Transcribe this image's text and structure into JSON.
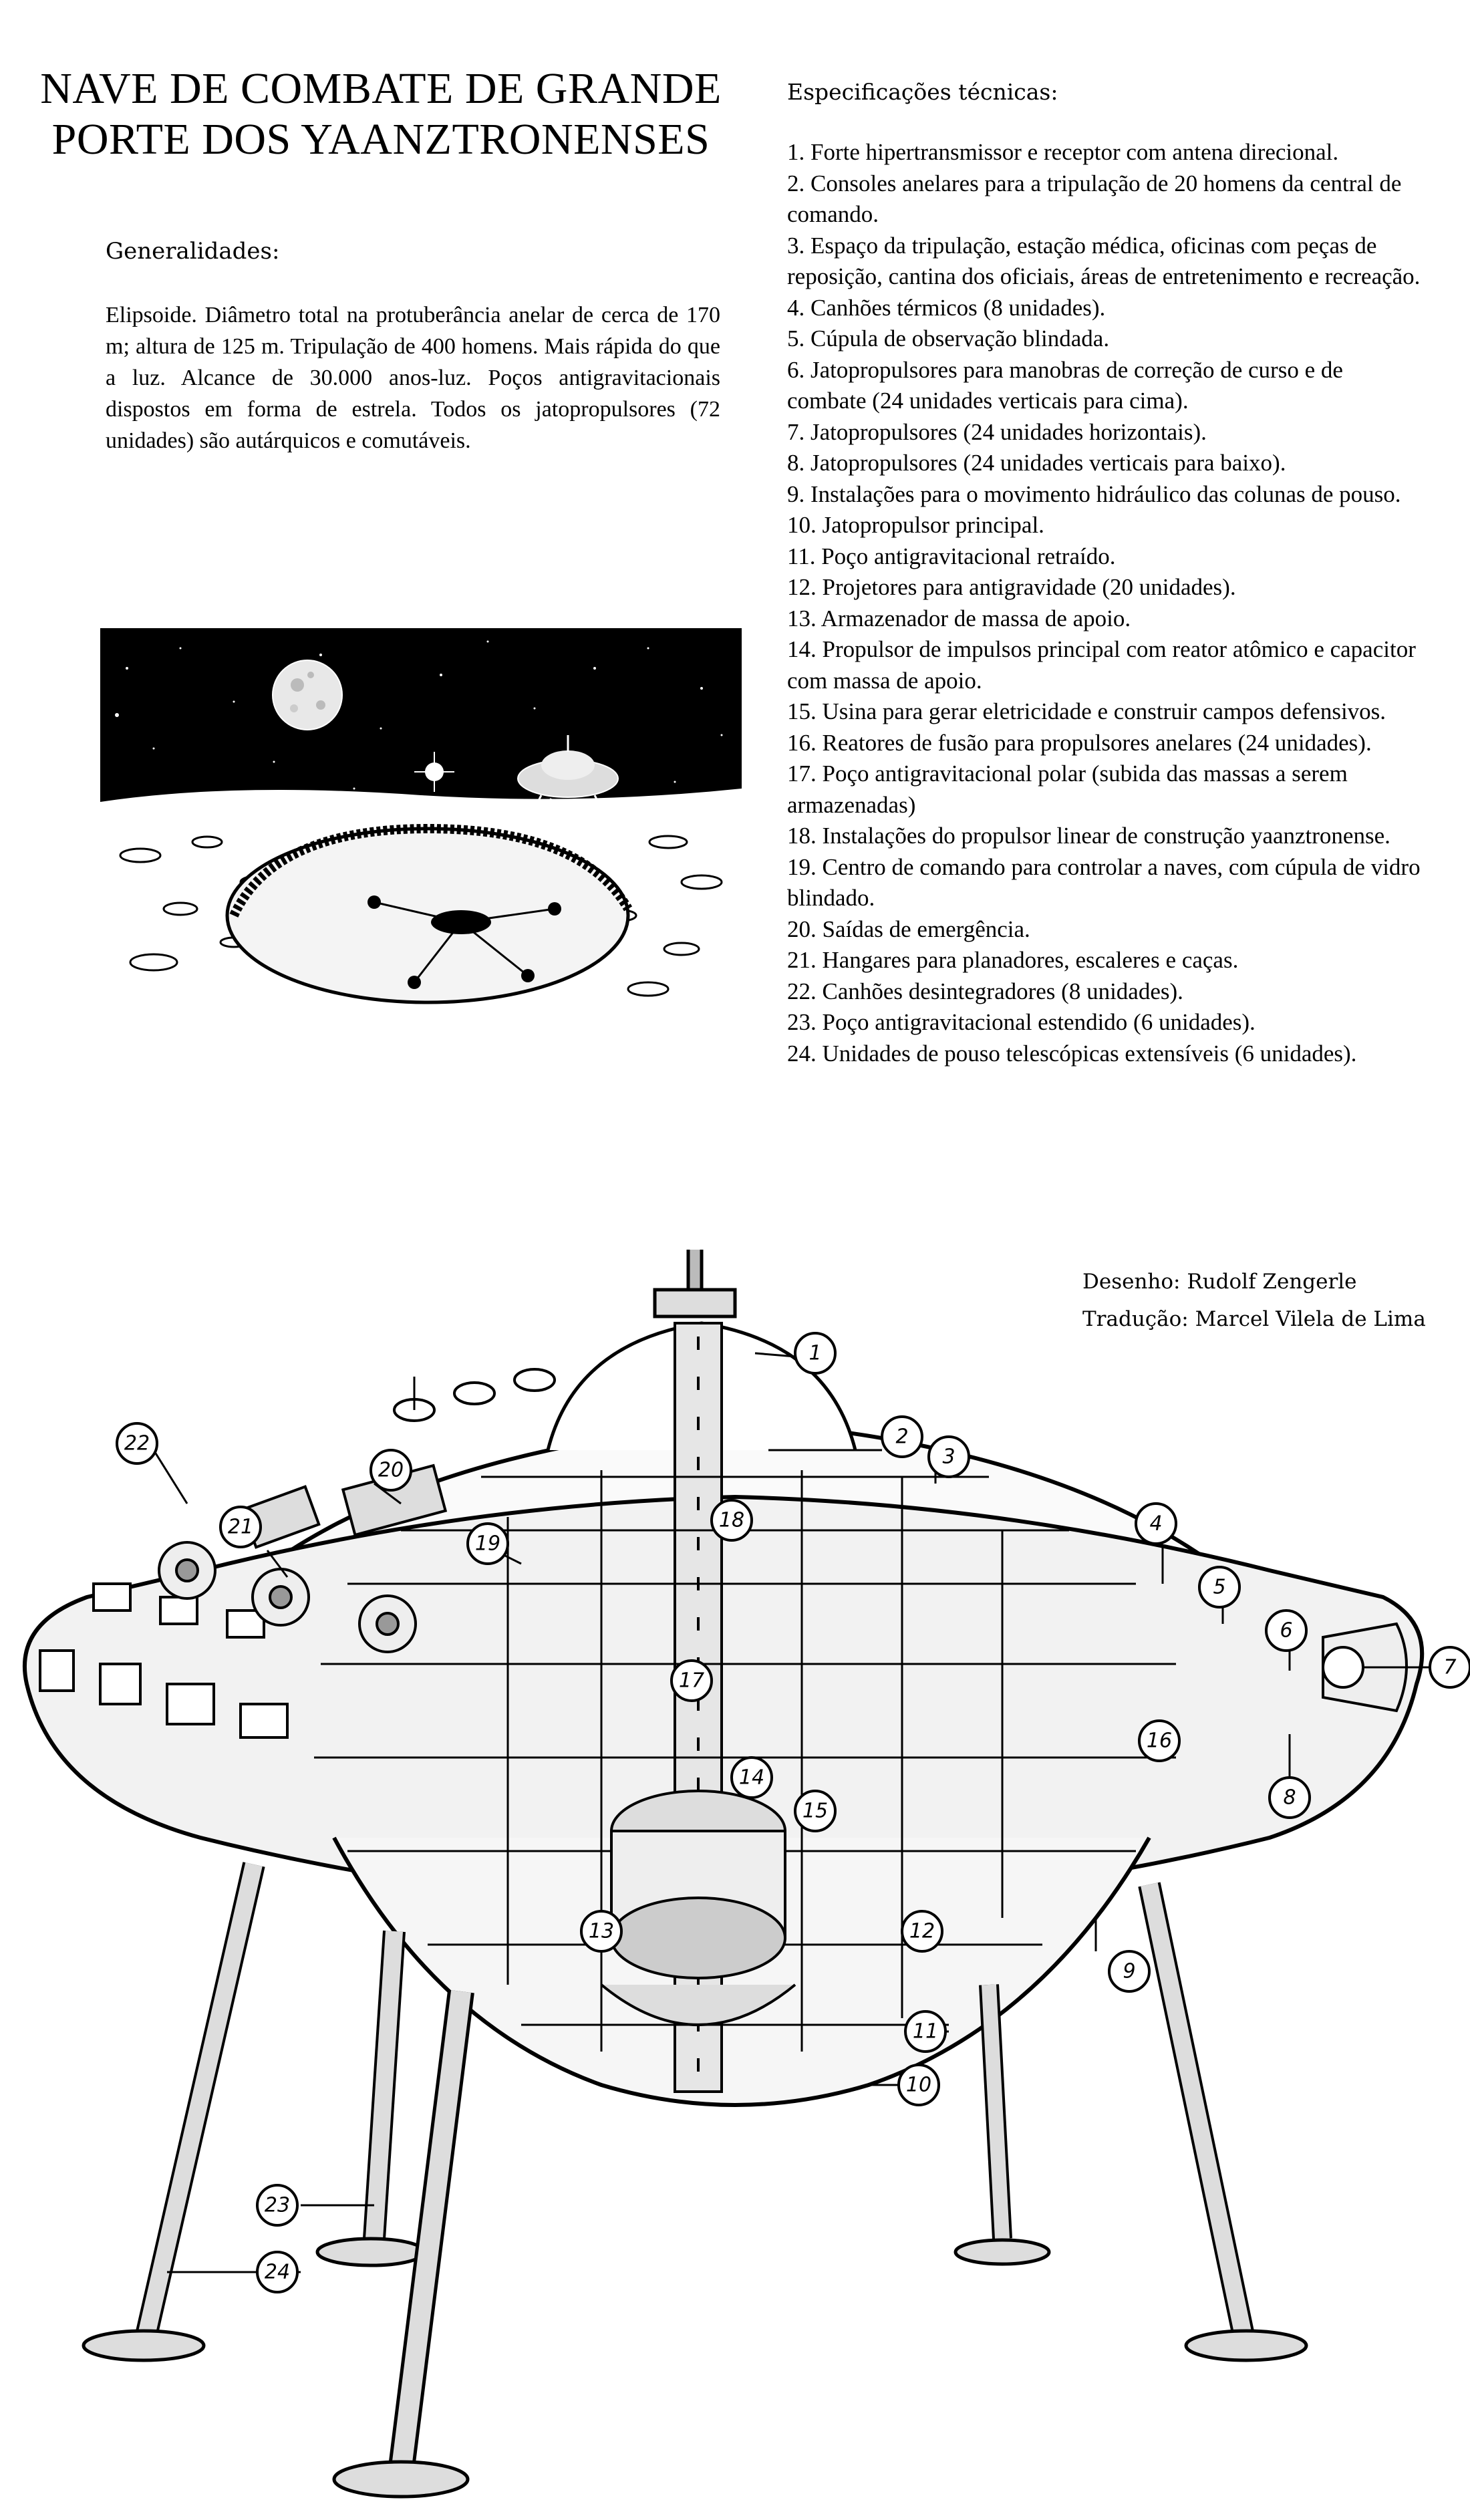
{
  "title": {
    "line1": "NAVE DE COMBATE DE GRANDE",
    "line2": "PORTE DOS YAANZTRONENSES"
  },
  "generalidades": {
    "heading": "Generalidades:",
    "text": "Elipsoide. Diâmetro total na protuberância anelar de cerca de 170 m; altura de 125 m. Tripulação de 400 homens. Mais rápida do que a luz. Alcance de 30.000 anos-luz. Poços antigravitacionais dispostos em forma de estrela. Todos os jatopropulsores (72 unidades) são autárquicos e comutáveis."
  },
  "specs": {
    "heading": "Especificações técnicas:",
    "items": [
      "1. Forte hipertransmissor e receptor com antena direcional.",
      "2. Consoles anelares para a tripulação de 20 homens da central de comando.",
      "3. Espaço da tripulação, estação médica, oficinas com peças de reposição, cantina dos oficiais, áreas de entretenimento e recreação.",
      "4. Canhões térmicos (8 unidades).",
      "5. Cúpula de observação blindada.",
      "6. Jatopropulsores para manobras de correção de curso e de combate (24 unidades verticais para cima).",
      "7. Jatopropulsores (24 unidades horizontais).",
      "8. Jatopropulsores (24 unidades verticais para baixo).",
      "9. Instalações para o movimento hidráulico das colunas de pouso.",
      "10. Jatopropulsor principal.",
      "11. Poço antigravitacional retraído.",
      "12. Projetores para antigravidade (20 unidades).",
      "13. Armazenador de massa de apoio.",
      "14. Propulsor de impulsos principal com reator atômico e capacitor com massa de apoio.",
      "15. Usina para gerar eletricidade e construir campos defensivos.",
      "16. Reatores de fusão para propulsores anelares (24 unidades).",
      "17. Poço antigravitacional polar (subida das massas a serem armazenadas)",
      "18. Instalações do propulsor linear de construção yaanztronense.",
      "19. Centro de comando para controlar a naves, com cúpula de vidro blindado.",
      "20. Saídas de emergência.",
      "21. Hangares para planadores, escaleres e caças.",
      "22. Canhões desintegradores (8 unidades).",
      "23. Poço antigravitacional estendido (6 unidades).",
      "24. Unidades de pouso telescópicas extensíveis (6 unidades)."
    ]
  },
  "credits": {
    "drawing": "Desenho: Rudolf Zengerle",
    "translation": "Tradução: Marcel Vilela de Lima"
  },
  "diagram": {
    "callouts": [
      "1",
      "2",
      "3",
      "4",
      "5",
      "6",
      "7",
      "8",
      "9",
      "10",
      "11",
      "12",
      "13",
      "14",
      "15",
      "16",
      "17",
      "18",
      "19",
      "20",
      "21",
      "22",
      "23",
      "24"
    ]
  },
  "colors": {
    "ink": "#000000",
    "paper": "#ffffff"
  }
}
